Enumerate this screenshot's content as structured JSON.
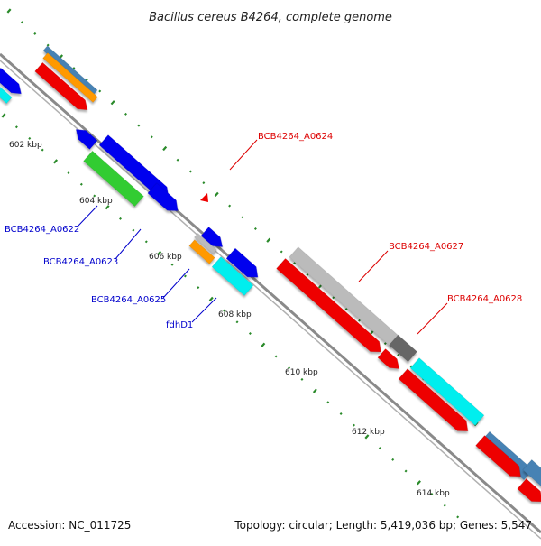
{
  "header": {
    "title": "Bacillus cereus B4264, complete genome"
  },
  "footer": {
    "accession": "Accession: NC_011725",
    "summary": "Topology: circular; Length: 5,419,036 bp; Genes: 5,547"
  },
  "colors": {
    "backbone": "#888888",
    "tick": "#2a8a2a",
    "label_blue": "#0000cc",
    "label_red": "#dd0000",
    "gene_blue": "#0000ee",
    "gene_red": "#ee0000",
    "gene_green": "#33cc33",
    "gene_cyan": "#00eeee",
    "gene_orange": "#ff9900",
    "gene_steel": "#4682b4",
    "gene_lightgray": "#bbbbbb",
    "gene_darkgray": "#666666"
  },
  "scale_labels": [
    {
      "text": "602 kbp",
      "kbp": 602
    },
    {
      "text": "604 kbp",
      "kbp": 604
    },
    {
      "text": "606 kbp",
      "kbp": 606
    },
    {
      "text": "608 kbp",
      "kbp": 608
    },
    {
      "text": "610 kbp",
      "kbp": 610
    },
    {
      "text": "612 kbp",
      "kbp": 612
    },
    {
      "text": "614 kbp",
      "kbp": 614
    }
  ],
  "gene_labels": [
    {
      "text": "BCB4264_A0622",
      "color": "label_blue"
    },
    {
      "text": "BCB4264_A0623",
      "color": "label_blue"
    },
    {
      "text": "BCB4264_A0624",
      "color": "label_red"
    },
    {
      "text": "BCB4264_A0625",
      "color": "label_blue"
    },
    {
      "text": "fdhD1",
      "color": "label_blue"
    },
    {
      "text": "BCB4264_A0627",
      "color": "label_red"
    },
    {
      "text": "BCB4264_A0628",
      "color": "label_red"
    }
  ]
}
